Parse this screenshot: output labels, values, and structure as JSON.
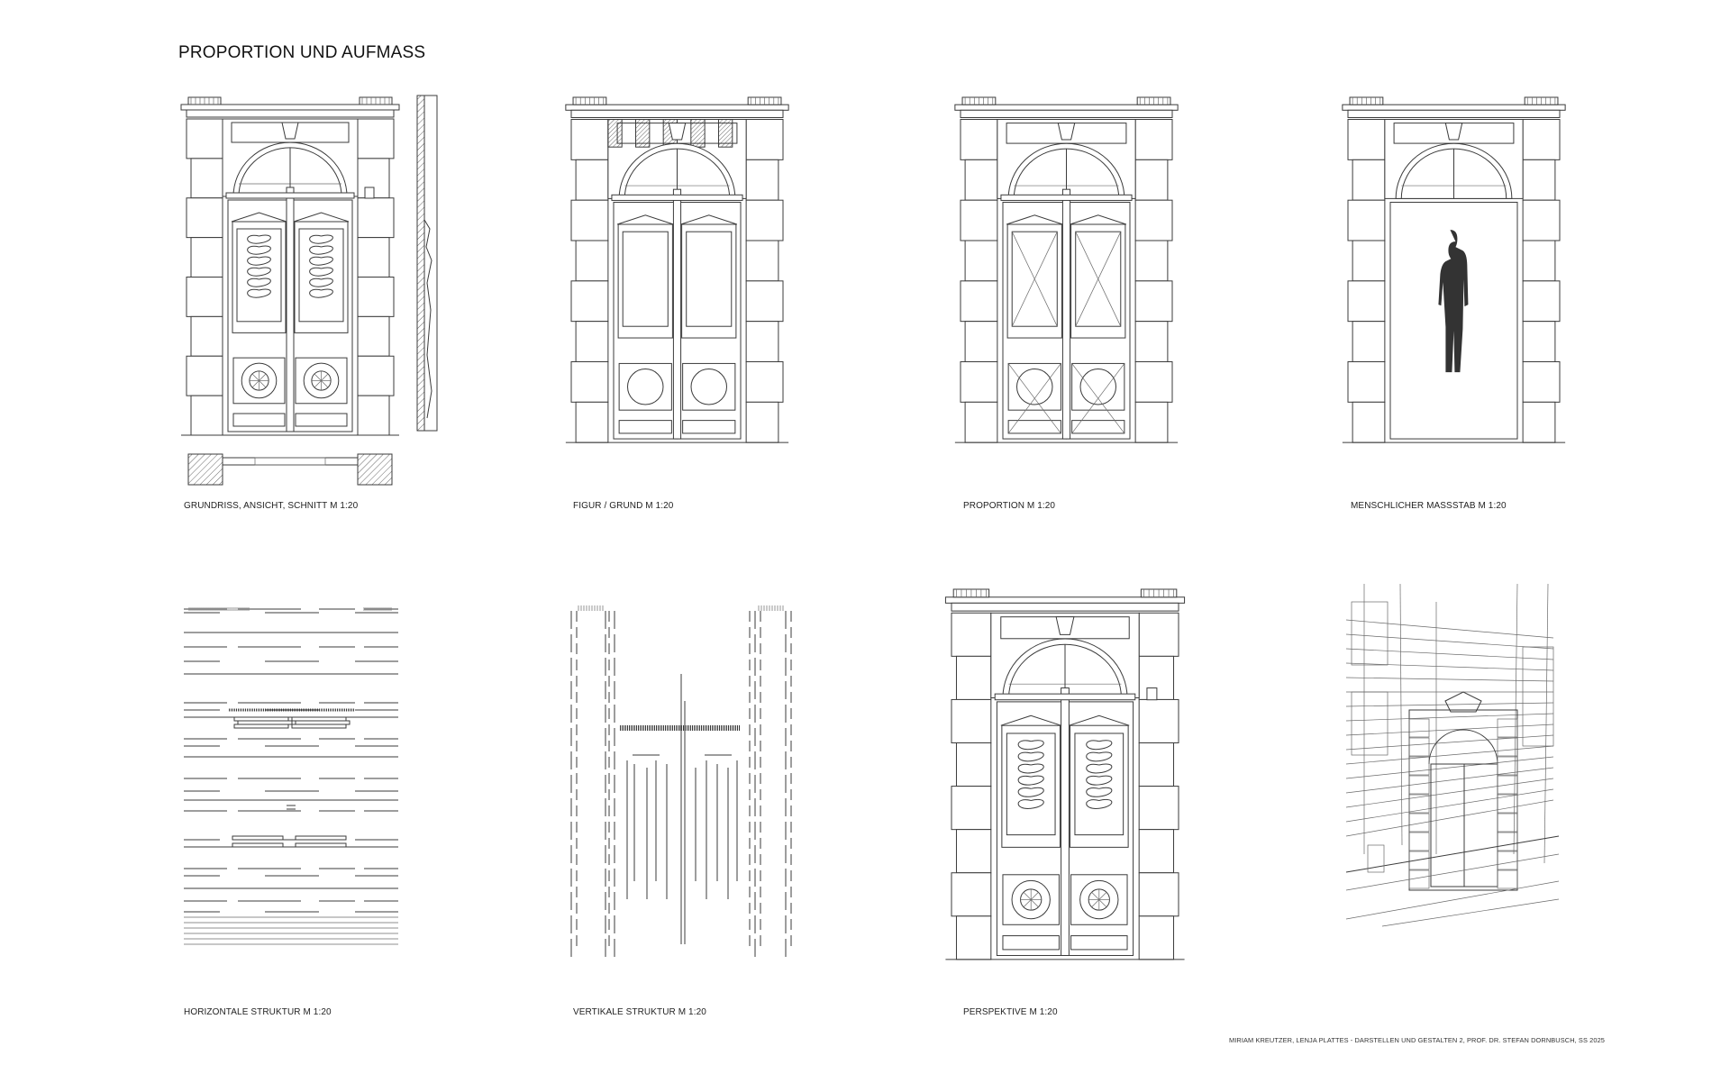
{
  "title": "PROPORTION UND AUFMASS",
  "panels": [
    {
      "id": "grundriss",
      "caption": "GRUNDRISS, ANSICHT, SCHNITT M 1:20"
    },
    {
      "id": "figur",
      "caption": "FIGUR / GRUND M 1:20"
    },
    {
      "id": "proportion",
      "caption": "PROPORTION M 1:20"
    },
    {
      "id": "massstab",
      "caption": "MENSCHLICHER MASSSTAB M 1:20"
    },
    {
      "id": "horizontal",
      "caption": "HORIZONTALE STRUKTUR M 1:20"
    },
    {
      "id": "vertikal",
      "caption": "VERTIKALE STRUKTUR M 1:20"
    },
    {
      "id": "perspektive",
      "caption": "PERSPEKTIVE M 1:20"
    },
    {
      "id": "skizze",
      "caption": ""
    }
  ],
  "credit": "MIRIAM KREUTZER, LENJA PLATTES - DARSTELLEN UND GESTALTEN 2, PROF. DR. STEFAN DORNBUSCH, SS 2025",
  "colors": {
    "line": "#3b3b3b",
    "hatch": "#555555",
    "paper": "#ffffff"
  }
}
